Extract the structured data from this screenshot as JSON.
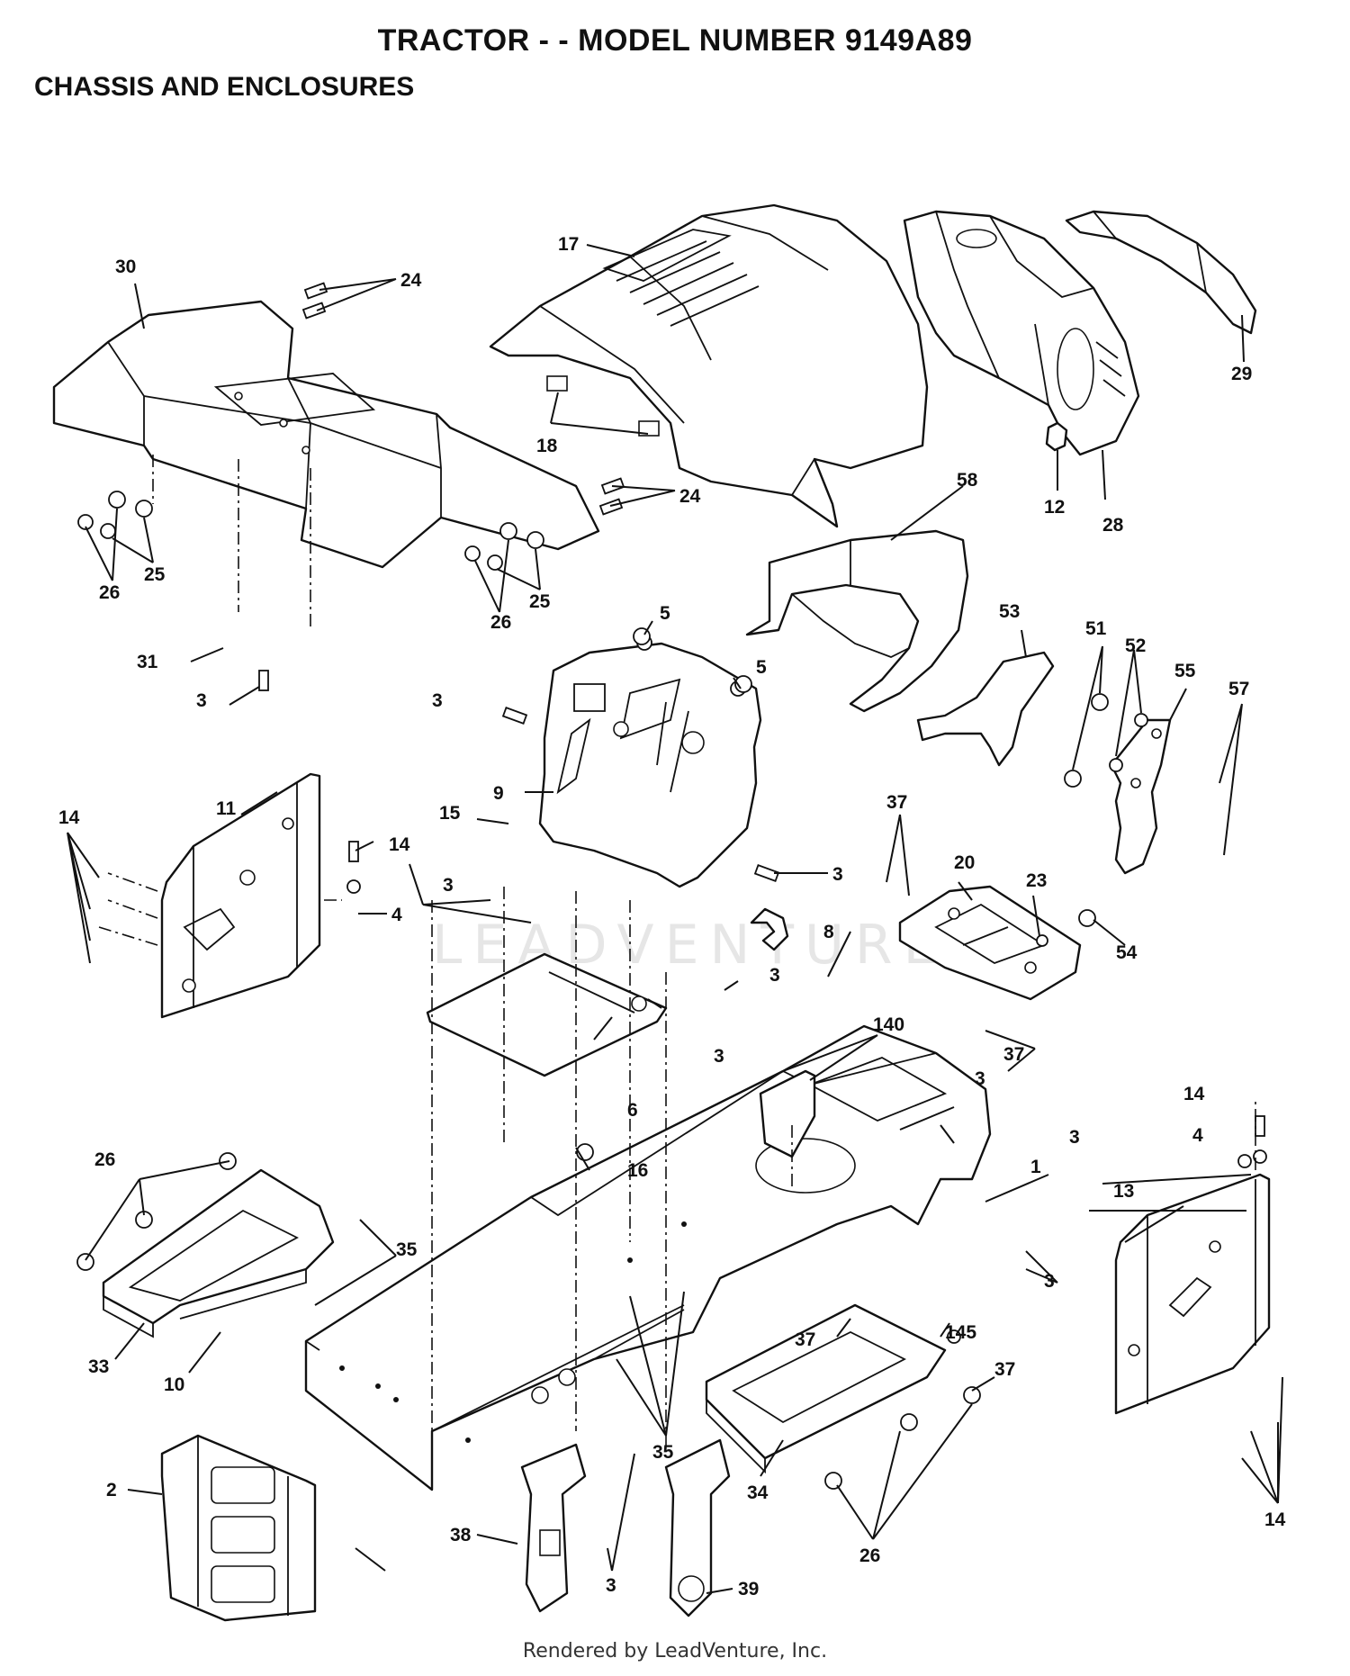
{
  "header": {
    "title": "TRACTOR - - MODEL NUMBER 9149A89",
    "subtitle": "CHASSIS AND ENCLOSURES"
  },
  "footer": {
    "credit": "Rendered by LeadVenture, Inc."
  },
  "watermark": {
    "text": "LEADVENTURE"
  },
  "callouts": [
    {
      "key": "c30",
      "label": "30"
    },
    {
      "key": "c24a",
      "label": "24"
    },
    {
      "key": "c17",
      "label": "17"
    },
    {
      "key": "c29",
      "label": "29"
    },
    {
      "key": "c18",
      "label": "18"
    },
    {
      "key": "c12",
      "label": "12"
    },
    {
      "key": "c28",
      "label": "28"
    },
    {
      "key": "c24b",
      "label": "24"
    },
    {
      "key": "c58",
      "label": "58"
    },
    {
      "key": "c26a",
      "label": "26"
    },
    {
      "key": "c25a",
      "label": "25"
    },
    {
      "key": "c26b",
      "label": "26"
    },
    {
      "key": "c25b",
      "label": "25"
    },
    {
      "key": "c5a",
      "label": "5"
    },
    {
      "key": "c5b",
      "label": "5"
    },
    {
      "key": "c31",
      "label": "31"
    },
    {
      "key": "c3a",
      "label": "3"
    },
    {
      "key": "c3b",
      "label": "3"
    },
    {
      "key": "c53",
      "label": "53"
    },
    {
      "key": "c51",
      "label": "51"
    },
    {
      "key": "c52",
      "label": "52"
    },
    {
      "key": "c55",
      "label": "55"
    },
    {
      "key": "c57",
      "label": "57"
    },
    {
      "key": "c9",
      "label": "9"
    },
    {
      "key": "c11",
      "label": "11"
    },
    {
      "key": "c14a",
      "label": "14"
    },
    {
      "key": "c15",
      "label": "15"
    },
    {
      "key": "c14b",
      "label": "14"
    },
    {
      "key": "c4a",
      "label": "4"
    },
    {
      "key": "c3c",
      "label": "3"
    },
    {
      "key": "c37a",
      "label": "37"
    },
    {
      "key": "c20",
      "label": "20"
    },
    {
      "key": "c23",
      "label": "23"
    },
    {
      "key": "c54",
      "label": "54"
    },
    {
      "key": "c3d",
      "label": "3"
    },
    {
      "key": "c8",
      "label": "8"
    },
    {
      "key": "c3e",
      "label": "3"
    },
    {
      "key": "c37b",
      "label": "37"
    },
    {
      "key": "c3f",
      "label": "3"
    },
    {
      "key": "c140",
      "label": "140"
    },
    {
      "key": "c3g",
      "label": "3"
    },
    {
      "key": "c14c",
      "label": "14"
    },
    {
      "key": "c6",
      "label": "6"
    },
    {
      "key": "c3h",
      "label": "3"
    },
    {
      "key": "c4b",
      "label": "4"
    },
    {
      "key": "c16",
      "label": "16"
    },
    {
      "key": "c1",
      "label": "1"
    },
    {
      "key": "c26c",
      "label": "26"
    },
    {
      "key": "c13",
      "label": "13"
    },
    {
      "key": "c35a",
      "label": "35"
    },
    {
      "key": "c3i",
      "label": "3"
    },
    {
      "key": "c33",
      "label": "33"
    },
    {
      "key": "c10",
      "label": "10"
    },
    {
      "key": "c37c",
      "label": "37"
    },
    {
      "key": "c145",
      "label": "145"
    },
    {
      "key": "c37d",
      "label": "37"
    },
    {
      "key": "c2",
      "label": "2"
    },
    {
      "key": "c35b",
      "label": "35"
    },
    {
      "key": "c34",
      "label": "34"
    },
    {
      "key": "c14d",
      "label": "14"
    },
    {
      "key": "c38",
      "label": "38"
    },
    {
      "key": "c26d",
      "label": "26"
    },
    {
      "key": "c3j",
      "label": "3"
    },
    {
      "key": "c39",
      "label": "39"
    }
  ]
}
